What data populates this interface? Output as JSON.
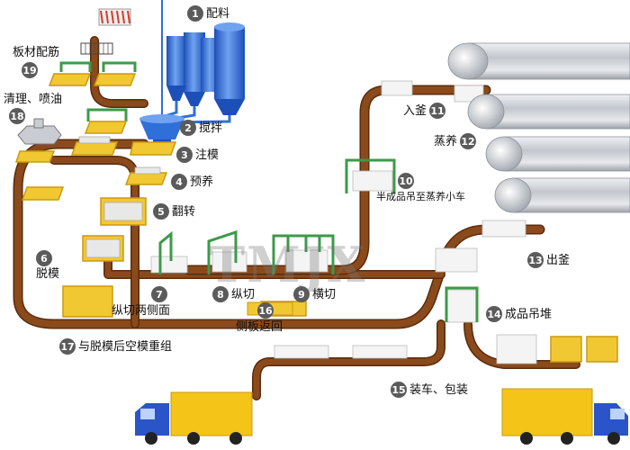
{
  "watermark": "TMJX",
  "colors": {
    "track": "#8a4a1c",
    "track_edge": "#5a2c0c",
    "tray": "#f2c832",
    "tray_dark": "#c99a10",
    "rack_green": "#3c9a4a",
    "mixer_blue": "#2f6fd8",
    "autoclave": "#c8ccd2",
    "truck_body": "#f4c419",
    "truck_cab": "#2a55c8"
  },
  "steps": [
    {
      "n": "1",
      "label": "配料"
    },
    {
      "n": "2",
      "label": "搅拌"
    },
    {
      "n": "3",
      "label": "注模"
    },
    {
      "n": "4",
      "label": "预养"
    },
    {
      "n": "5",
      "label": "翻转"
    },
    {
      "n": "6",
      "label": "脱模"
    },
    {
      "n": "7",
      "label": "纵切两侧面"
    },
    {
      "n": "8",
      "label": "纵切"
    },
    {
      "n": "9",
      "label": "横切"
    },
    {
      "n": "10",
      "label": "半成品吊至蒸养小车"
    },
    {
      "n": "11",
      "label": "入釜"
    },
    {
      "n": "12",
      "label": "蒸养"
    },
    {
      "n": "13",
      "label": "出釜"
    },
    {
      "n": "14",
      "label": "成品吊堆"
    },
    {
      "n": "15",
      "label": "装车、包装"
    },
    {
      "n": "16",
      "label": "侧板返回"
    },
    {
      "n": "17",
      "label": "与脱模后空模重组"
    },
    {
      "n": "18",
      "label": "清理、喷油"
    },
    {
      "n": "19",
      "label": "板材配筋"
    }
  ]
}
